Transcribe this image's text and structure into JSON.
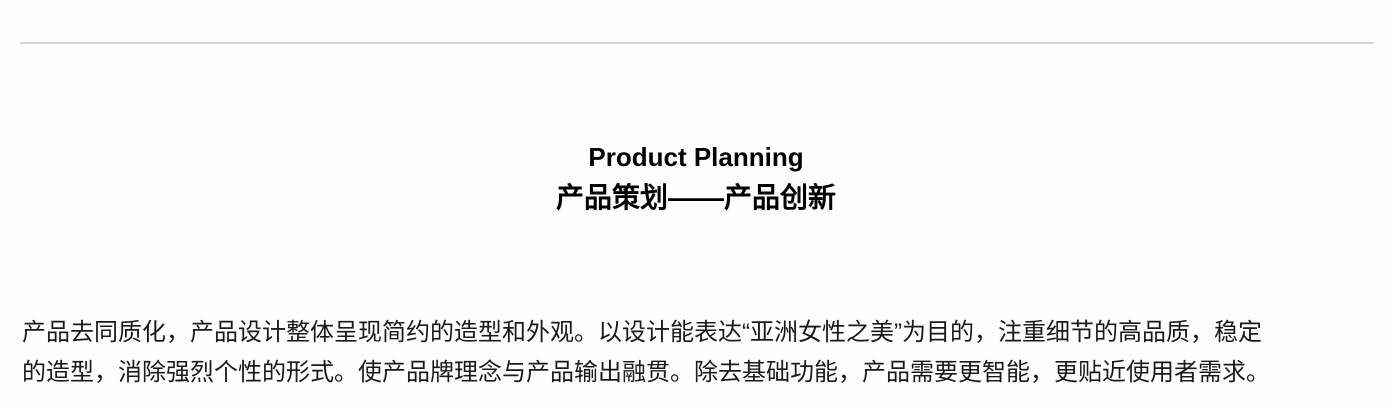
{
  "divider": {
    "color": "#d6d6d6"
  },
  "section": {
    "title_en": "Product Planning",
    "title_cn": "产品策划——产品创新"
  },
  "description": {
    "lines": [
      "产品去同质化，产品设计整体呈现简约的造型和外观。以设计能表达“亚洲女性之美”为目的，注重细节的高品质，稳定",
      "的造型，消除强烈个性的形式。使产品牌理念与产品输出融贯。除去基础功能，产品需要更智能，更贴近使用者需求。"
    ]
  }
}
